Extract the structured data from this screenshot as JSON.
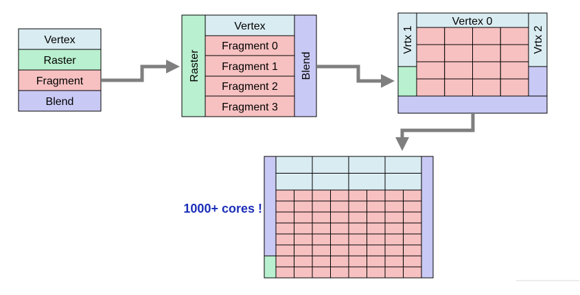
{
  "stage1": {
    "vertex": "Vertex",
    "raster": "Raster",
    "fragment": "Fragment",
    "blend": "Blend"
  },
  "stage2": {
    "vertex": "Vertex",
    "raster": "Raster",
    "blend": "Blend",
    "fragments": [
      "Fragment 0",
      "Fragment 1",
      "Fragment 2",
      "Fragment 3"
    ]
  },
  "stage3": {
    "vertex0": "Vertex 0",
    "vertex1": "Vrtx 1",
    "vertex2": "Vrtx 2"
  },
  "stage4": {
    "cores_label": "1000+ cores !"
  },
  "colors": {
    "vertex": "#d9ecf2",
    "raster": "#b9f0cf",
    "fragment": "#f7c1c1",
    "blend": "#c9c9f5",
    "arrow": "#7f7f7f",
    "cores_text": "#1c2fb8"
  }
}
